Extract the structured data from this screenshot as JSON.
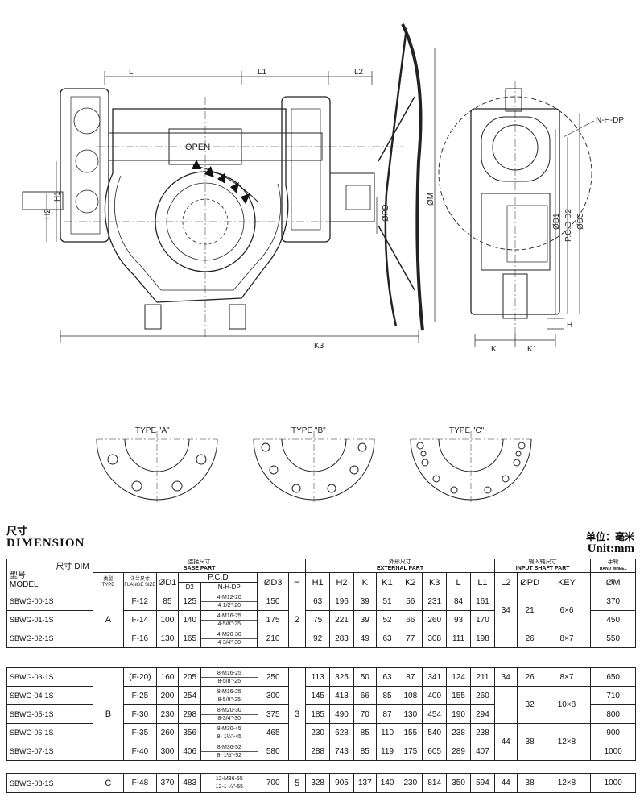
{
  "drawing": {
    "dim_labels": {
      "L": "L",
      "L1": "L1",
      "L2": "L2",
      "H1": "H1",
      "H2": "H2",
      "PD": "ØPD",
      "M": "ØM",
      "K3": "K3",
      "K": "K",
      "K1": "K1",
      "H": "H",
      "NHDP": "N-H-DP",
      "D1": "ØD1",
      "PCD_D2": "P.C.D D2",
      "D3": "ØD3",
      "open": "OPEN"
    },
    "flange_types": [
      "TYPE \"A\"",
      "TYPE \"B\"",
      "TYPE \"C\""
    ]
  },
  "header": {
    "title_cn": "尺寸",
    "title_en": "DIMENSION",
    "unit_cn": "单位：毫米",
    "unit_en": "Unit:mm"
  },
  "columns": {
    "dim_cn": "尺寸",
    "dim_en": "DIM",
    "model_cn": "型号",
    "model_en": "MODEL",
    "base_cn": "连接尺寸",
    "base_en": "BASE PART",
    "ext_cn": "外形尺寸",
    "ext_en": "EXTERNAL PART",
    "input_cn": "输入轴尺寸",
    "input_en": "INPUT SHAFT PART",
    "hw_cn": "手轮",
    "hw_en": "HAND WHEEL",
    "type_cn": "类型",
    "type_en": "TYPE",
    "flange_cn": "法兰尺寸",
    "flange_en": "FLANGE SIZE",
    "d1": "ØD1",
    "pcd": "P.C.D",
    "d2": "D2",
    "nhdp": "N-H-DP",
    "d3": "ØD3",
    "h": "H",
    "h1": "H1",
    "h2": "H2",
    "k": "K",
    "k1": "K1",
    "k2": "K2",
    "k3": "K3",
    "l": "L",
    "l1": "L1",
    "l2": "L2",
    "pd": "ØPD",
    "key": "KEY",
    "m": "ØM"
  },
  "group1": {
    "type": "A",
    "h": "2",
    "rows": [
      {
        "model": "SBWG-00-1S",
        "flange": "F-12",
        "d1": "85",
        "d2": "125",
        "nhdp1": "4-M12-20",
        "nhdp2": "4-1/2\"-20",
        "d3": "150",
        "h1": "63",
        "h2": "196",
        "k": "39",
        "k1": "51",
        "k2": "56",
        "k3": "231",
        "l": "84",
        "l1": "161",
        "m": "370"
      },
      {
        "model": "SBWG-01-1S",
        "flange": "F-14",
        "d1": "100",
        "d2": "140",
        "nhdp1": "4-M16-25",
        "nhdp2": "4-5/8\"-25",
        "d3": "175",
        "h1": "75",
        "h2": "221",
        "k": "39",
        "k1": "52",
        "k2": "66",
        "k3": "260",
        "l": "93",
        "l1": "170",
        "m": "450"
      },
      {
        "model": "SBWG-02-1S",
        "flange": "F-16",
        "d1": "130",
        "d2": "165",
        "nhdp1": "4-M20-30",
        "nhdp2": "4-3/4\"-30",
        "d3": "210",
        "h1": "92",
        "h2": "283",
        "k": "49",
        "k1": "63",
        "k2": "77",
        "k3": "308",
        "l": "111",
        "l1": "198",
        "m": "550"
      }
    ],
    "l2_a": "34",
    "pd_a": "21",
    "key_a": "6×6",
    "pd_b": "26",
    "key_b": "8×7"
  },
  "group2": {
    "type": "B",
    "h": "3",
    "rows": [
      {
        "model": "SBWG-03-1S",
        "flange": "(F-20)",
        "d1": "160",
        "d2": "205",
        "nhdp1": "8-M16-25",
        "nhdp2": "8-5/8\"-25",
        "d3": "250",
        "h1": "113",
        "h2": "325",
        "k": "50",
        "k1": "63",
        "k2": "87",
        "k3": "341",
        "l": "124",
        "l1": "211",
        "m": "650"
      },
      {
        "model": "SBWG-04-1S",
        "flange": "F-25",
        "d1": "200",
        "d2": "254",
        "nhdp1": "8-M16-25",
        "nhdp2": "8-5/8\"-25",
        "d3": "300",
        "h1": "145",
        "h2": "413",
        "k": "66",
        "k1": "85",
        "k2": "108",
        "k3": "400",
        "l": "155",
        "l1": "260",
        "m": "710"
      },
      {
        "model": "SBWG-05-1S",
        "flange": "F-30",
        "d1": "230",
        "d2": "298",
        "nhdp1": "8-M20-30",
        "nhdp2": "8-3/4\"-30",
        "d3": "375",
        "h1": "185",
        "h2": "490",
        "k": "70",
        "k1": "87",
        "k2": "130",
        "k3": "454",
        "l": "190",
        "l1": "294",
        "m": "800"
      },
      {
        "model": "SBWG-06-1S",
        "flange": "F-35",
        "d1": "260",
        "d2": "356",
        "nhdp1": "8-M30-45",
        "nhdp2": "8- 1¼\"-45",
        "d3": "465",
        "h1": "230",
        "h2": "628",
        "k": "85",
        "k1": "110",
        "k2": "155",
        "k3": "540",
        "l": "238",
        "l1": "238",
        "m": "900"
      },
      {
        "model": "SBWG-07-1S",
        "flange": "F-40",
        "d1": "300",
        "d2": "406",
        "nhdp1": "8-M36-52",
        "nhdp2": "8- 1½\"-52",
        "d3": "580",
        "h1": "288",
        "h2": "743",
        "k": "85",
        "k1": "119",
        "k2": "175",
        "k3": "605",
        "l": "289",
        "l1": "407",
        "m": "1000"
      }
    ],
    "l2_a": "34",
    "pd_a": "26",
    "key_a": "8×7",
    "pd_b": "32",
    "key_b": "10×8",
    "l2_c": "44",
    "pd_c": "38",
    "key_c": "12×8"
  },
  "group3": {
    "row": {
      "model": "SBWG-08-1S",
      "type": "C",
      "flange": "F-48",
      "d1": "370",
      "d2": "483",
      "nhdp1": "12-M36-55",
      "nhdp2": "12-1 ¼\"-55",
      "d3": "700",
      "h": "5",
      "h1": "328",
      "h2": "905",
      "k": "137",
      "k1": "140",
      "k2": "230",
      "k3": "814",
      "l": "350",
      "l1": "594",
      "l2": "44",
      "pd": "38",
      "key": "12×8",
      "m": "1000"
    }
  }
}
